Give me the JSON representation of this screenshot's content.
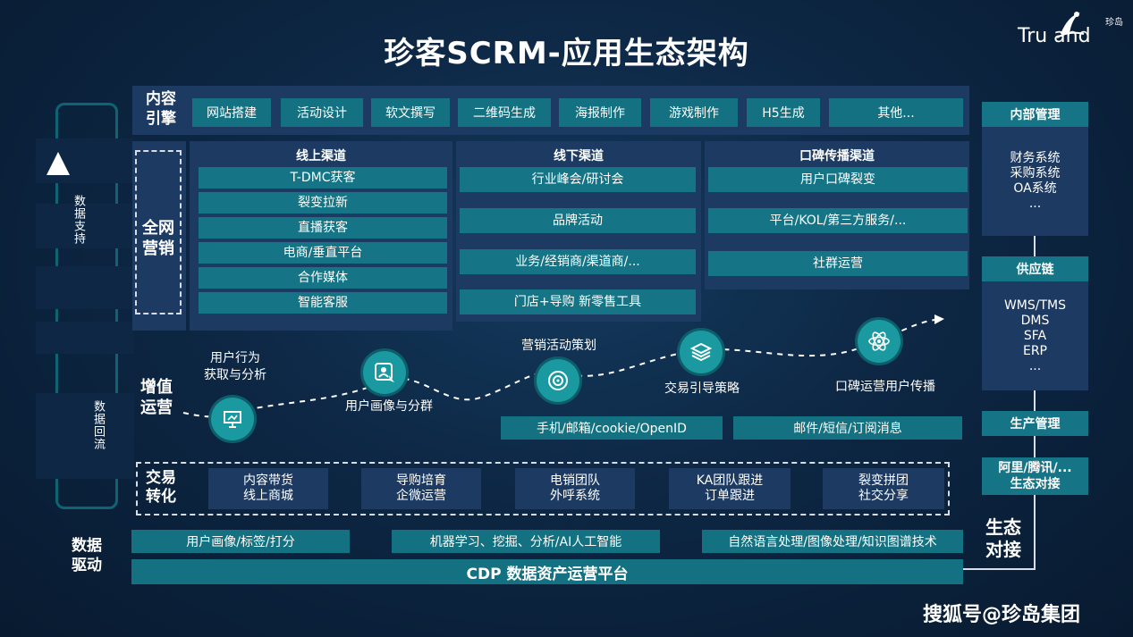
{
  "title": "珍客SCRM-应用生态架构",
  "logo": {
    "text": "Tru   and",
    "sub": "珍岛"
  },
  "content_engine": {
    "label": [
      "内容",
      "引擎"
    ],
    "items": [
      "网站搭建",
      "活动设计",
      "软文撰写",
      "二维码生成",
      "海报制作",
      "游戏制作",
      "H5生成",
      "其他..."
    ]
  },
  "marketing": {
    "label": [
      "全网",
      "营销"
    ],
    "online": {
      "header": "线上渠道",
      "items": [
        "T-DMC获客",
        "裂变拉新",
        "直播获客",
        "电商/垂直平台",
        "合作媒体",
        "智能客服"
      ]
    },
    "offline": {
      "header": "线下渠道",
      "items": [
        "行业峰会/研讨会",
        "品牌活动",
        "业务/经销商/渠道商/...",
        "门店+导购 新零售工具"
      ]
    },
    "wom": {
      "header": "口碑传播渠道",
      "items": [
        "用户口碑裂变",
        "平台/KOL/第三方服务/...",
        "社群运营"
      ]
    }
  },
  "value_ops": {
    "label": [
      "增值",
      "运营"
    ],
    "steps": [
      "用户行为\n获取与分析",
      "用户画像与分群",
      "营销活动策划",
      "交易引导策略",
      "口碑运营用户传播"
    ],
    "tags": [
      "手机/邮箱/cookie/OpenID",
      "邮件/短信/订阅消息"
    ]
  },
  "transaction": {
    "label": [
      "交易",
      "转化"
    ],
    "items": [
      [
        "内容带货",
        "线上商城"
      ],
      [
        "导购培育",
        "企微运营"
      ],
      [
        "电销团队",
        "外呼系统"
      ],
      [
        "KA团队跟进",
        "订单跟进"
      ],
      [
        "裂变拼团",
        "社交分享"
      ]
    ]
  },
  "data_driven": {
    "label": [
      "数据",
      "驱动"
    ],
    "tags": [
      "用户画像/标签/打分",
      "机器学习、挖掘、分析/AI人工智能",
      "自然语言处理/图像处理/知识图谱技术"
    ],
    "platform": "CDP 数据资产运营平台"
  },
  "left_flow": {
    "support": "数据支持",
    "feedback": "数据回流"
  },
  "side": {
    "internal": {
      "header": "内部管理",
      "items": [
        "财务系统",
        "采购系统",
        "OA系统",
        "..."
      ]
    },
    "supply": {
      "header": "供应链",
      "items": [
        "WMS/TMS",
        "DMS",
        "SFA",
        "ERP",
        "..."
      ]
    },
    "production": {
      "header": "生产管理"
    },
    "partners": {
      "header": [
        "阿里/腾讯/...",
        "生态对接"
      ]
    },
    "eco_label": [
      "生态",
      "对接"
    ]
  },
  "watermark": "搜狐号@珍岛集团",
  "colors": {
    "background": "#0d2744",
    "panel": "#1d3b62",
    "teal": "#157485",
    "circle": "#1a9aa0"
  }
}
